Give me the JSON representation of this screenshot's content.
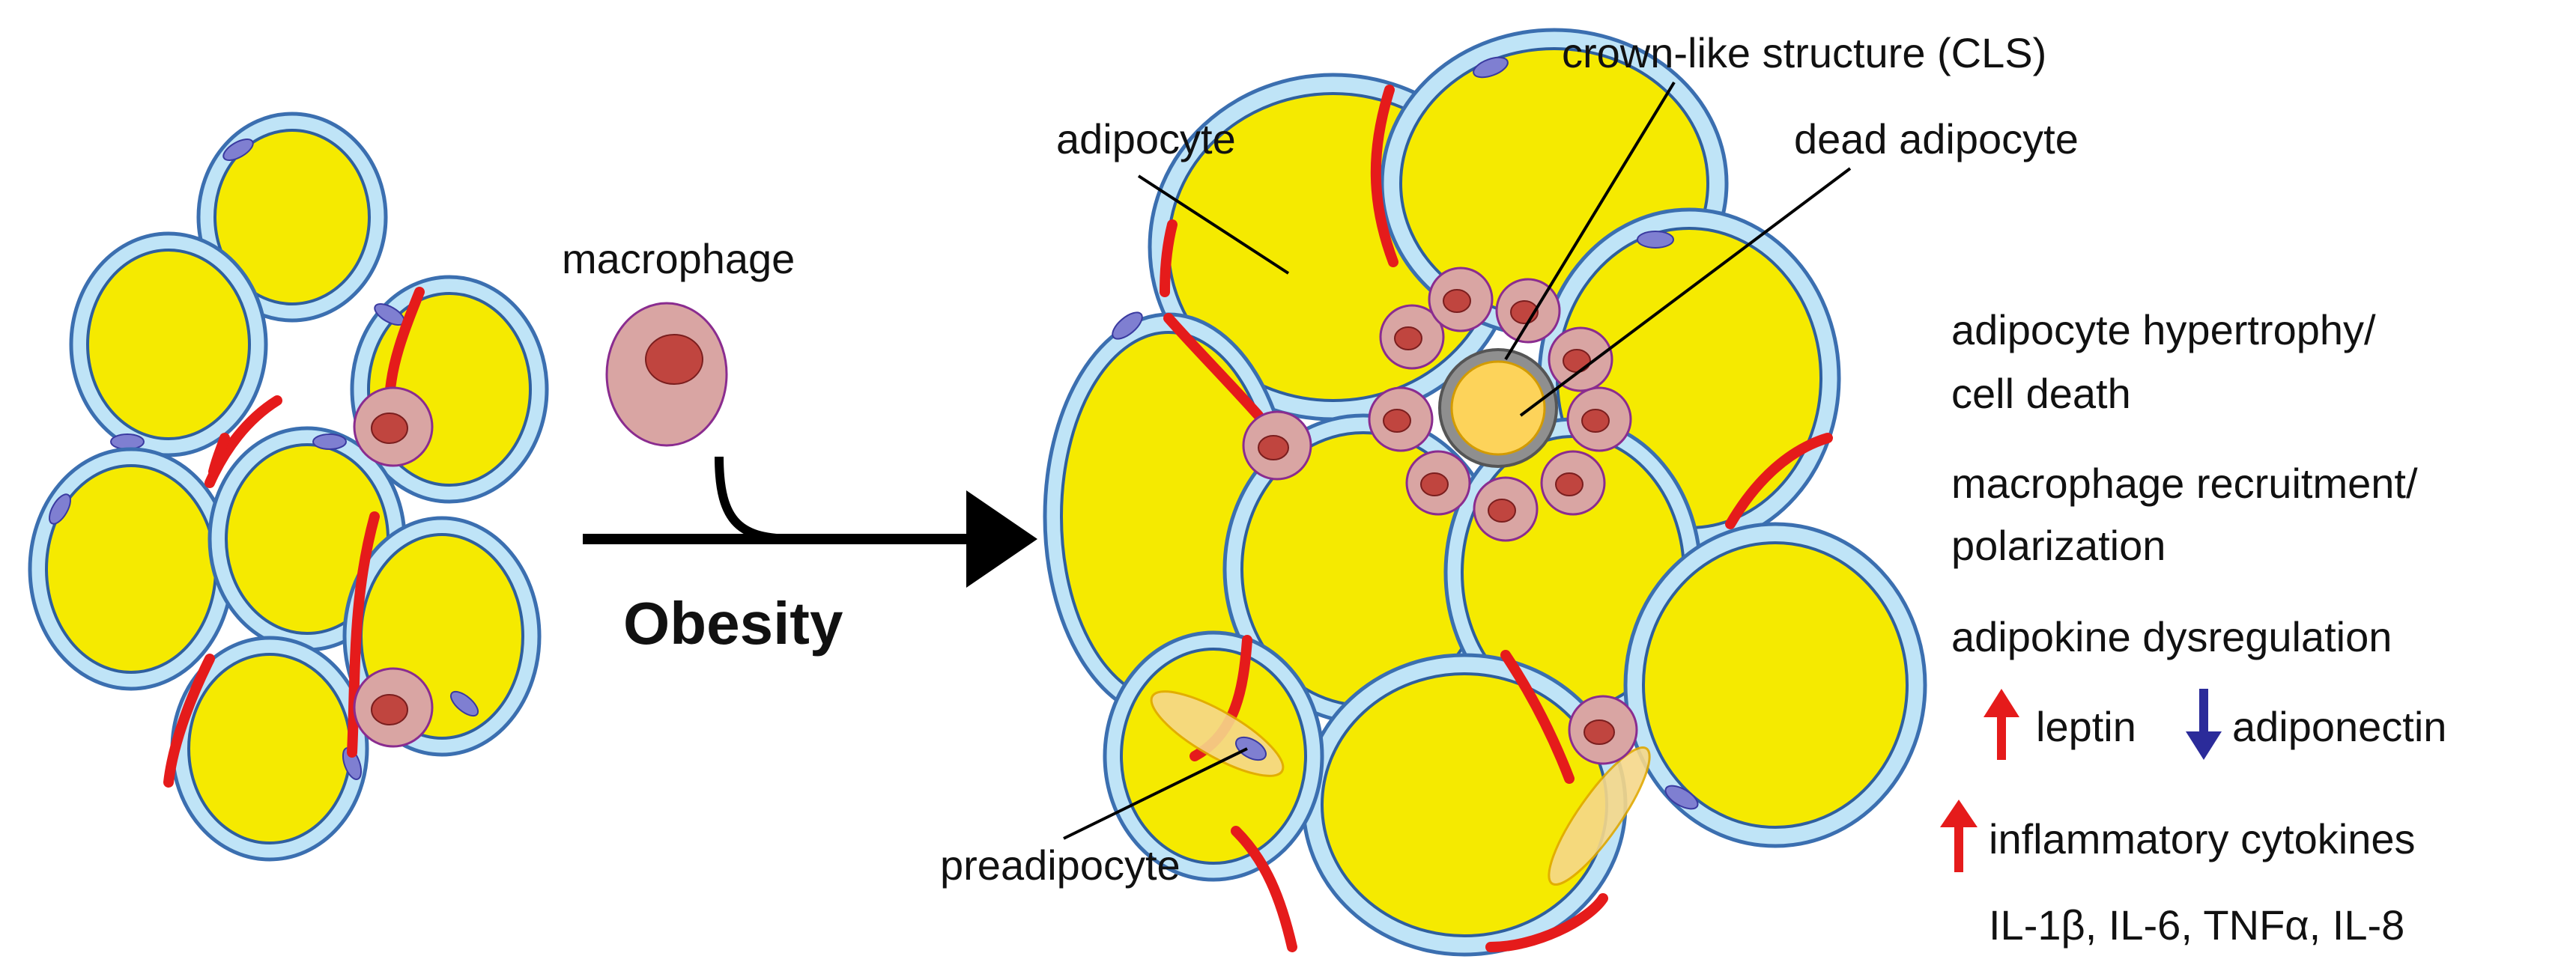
{
  "labels": {
    "macrophage": "macrophage",
    "obesity": "Obesity",
    "adipocyte": "adipocyte",
    "crown_like_structure": "crown-like structure (CLS)",
    "dead_adipocyte": "dead adipocyte",
    "preadipocyte": "preadipocyte"
  },
  "consequences": {
    "hypertrophy_line1": "adipocyte hypertrophy/",
    "hypertrophy_line2": "cell death",
    "macrophage_line1": "macrophage recruitment/",
    "macrophage_line2": "polarization",
    "adipokine": "adipokine dysregulation",
    "leptin": "leptin",
    "adiponectin": "adiponectin",
    "inflammatory": "inflammatory cytokines",
    "cytokines": "IL-1β, IL-6, TNFα, IL-8"
  },
  "colors": {
    "adipocyte_lipid": "#f5ea00",
    "cell_membrane": "#bfe4f7",
    "blood_vessel": "#e51b1b",
    "macrophage": "#d9a5a3",
    "increase_arrow": "#e51b1b",
    "decrease_arrow": "#2b2b9a"
  }
}
